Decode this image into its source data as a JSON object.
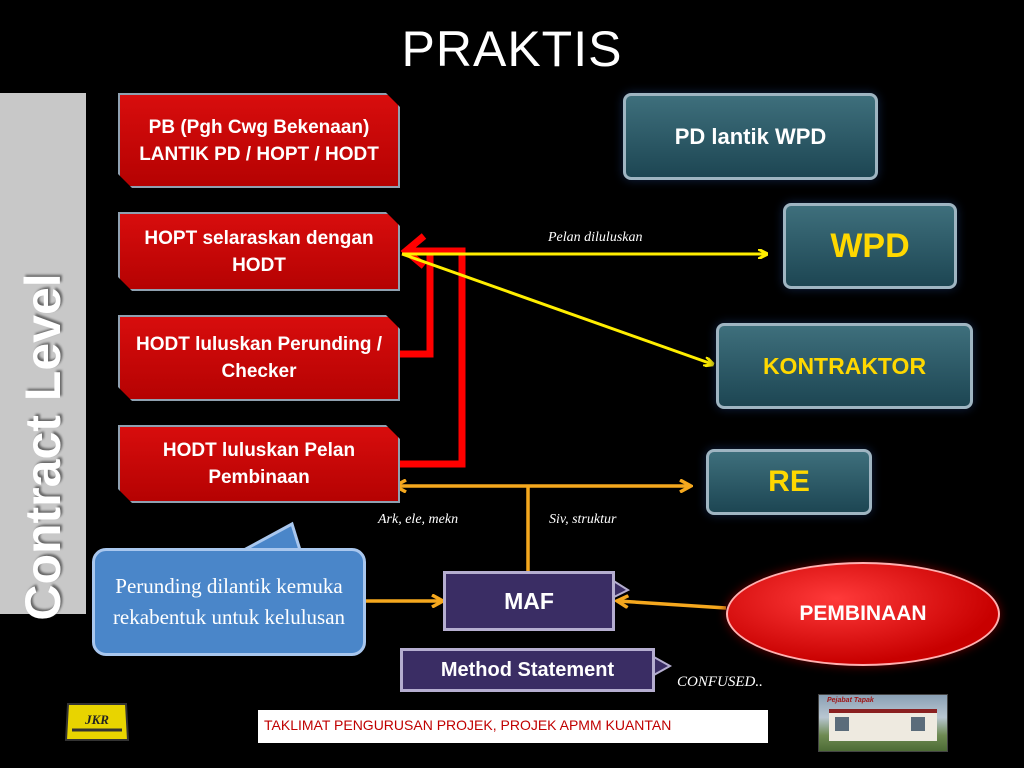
{
  "title": "PRAKTIS",
  "sidebar": {
    "label": "Contract Level"
  },
  "steps": [
    {
      "text": "PB (Pgh Cwg Bekenaan) LANTIK PD / HOPT / HODT"
    },
    {
      "text": "HOPT selaraskan dengan HODT"
    },
    {
      "text": "HODT luluskan Perunding / Checker"
    },
    {
      "text": "HODT luluskan Pelan Pembinaan"
    }
  ],
  "boxes": {
    "pd_lantik": "PD lantik WPD",
    "wpd": "WPD",
    "kontraktor": "KONTRAKTOR",
    "re": "RE",
    "maf": "MAF",
    "method_statement": "Method Statement",
    "pembinaan": "PEMBINAAN"
  },
  "callout": {
    "text": "Perunding dilantik kemuka rekabentuk untuk kelulusan"
  },
  "labels": {
    "pelan_diluluskan": "Pelan diluluskan",
    "ark": "Ark, ele, mekn",
    "siv": "Siv, struktur",
    "confused": "CONFUSED.."
  },
  "footer": {
    "banner": "TAKLIMAT PENGURUSAN PROJEK, PROJEK APMM KUANTAN",
    "logo_text": "JKR",
    "photo_caption": "Pejabat Tapak"
  },
  "colors": {
    "step_red": "#c80606",
    "teal": "#2c5d6a",
    "wpd_text": "#ffd800",
    "arrow_yellow": "#ffee00",
    "arrow_orange": "#f5a81e",
    "arrow_red": "#ff0000"
  }
}
